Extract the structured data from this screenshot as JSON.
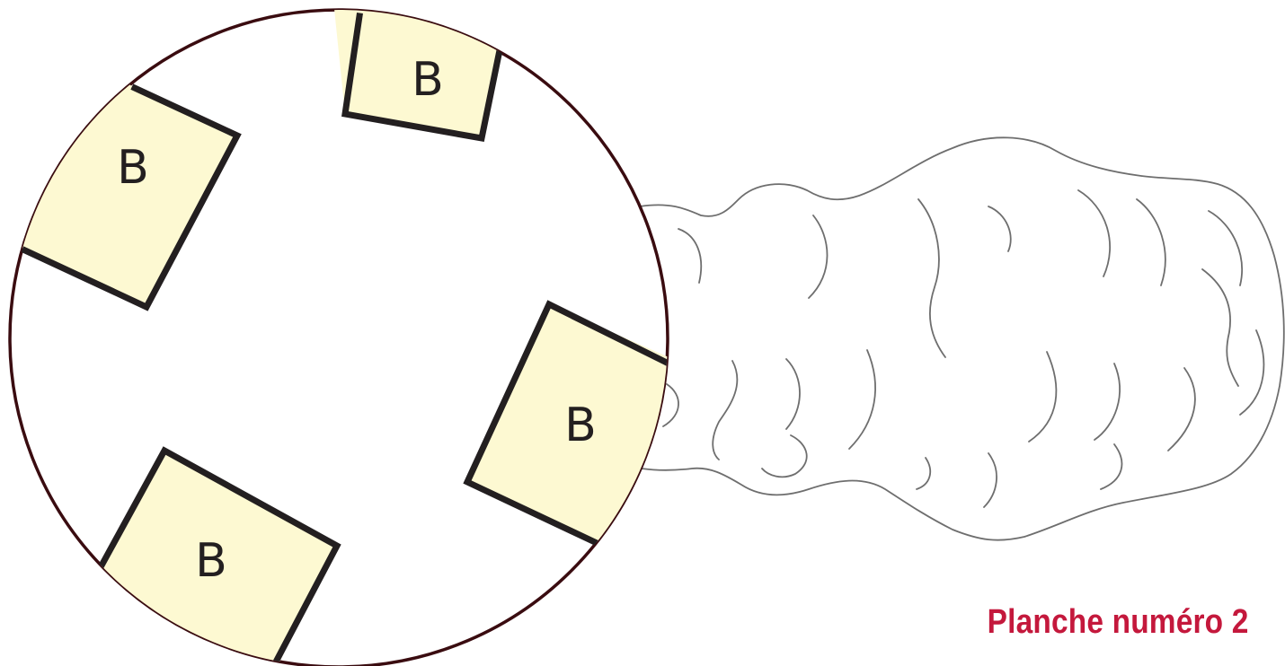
{
  "plate": {
    "title": "Planche numéro 2",
    "title_color": "#c4183c"
  },
  "tiles": [
    {
      "id": "top",
      "letter": "B"
    },
    {
      "id": "upper-left",
      "letter": "B"
    },
    {
      "id": "right",
      "letter": "B"
    },
    {
      "id": "lower-left",
      "letter": "B"
    }
  ],
  "colors": {
    "tile_fill": "#fdf9d2",
    "tile_outline": "#231f20",
    "disc_outline": "#3a0c10",
    "cloud_line": "#6e6e6e"
  },
  "icons": {
    "disc": "circle-disc-icon",
    "cloud": "smoke-cloud-icon"
  }
}
